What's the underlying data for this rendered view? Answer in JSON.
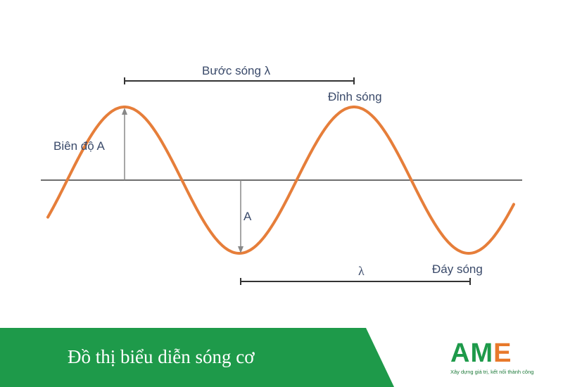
{
  "diagram": {
    "labels": {
      "wavelength_top": "Bước sóng λ",
      "crest": "Đỉnh sóng",
      "amplitude_left": "Biên độ A",
      "amplitude_mid": "A",
      "wavelength_bottom": "λ",
      "trough": "Đáy sóng"
    },
    "colors": {
      "wave": "#e67e3a",
      "axis": "#6e6e6e",
      "text": "#3a4a6a"
    }
  },
  "banner": {
    "title": "Đồ thị biểu diễn sóng cơ",
    "logo_main": "AM",
    "logo_accent": "E",
    "logo_tagline": "Xây dựng giá trị, kết nối thành công",
    "colors": {
      "green": "#1e9a4a",
      "accent": "#e8792b"
    }
  }
}
